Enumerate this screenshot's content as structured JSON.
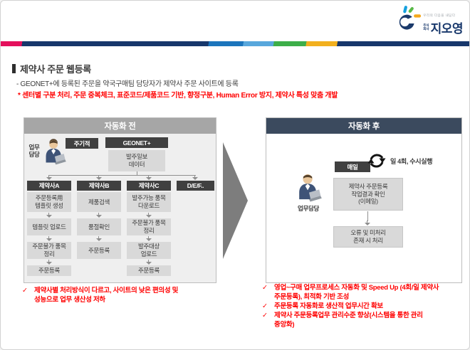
{
  "slide": {
    "title": "제약사 주문 웹등록",
    "subtitle": "- GEONET+에 등록된 주문을 약국구매팀 담당자가 제약사 주문 사이트에 등록",
    "highlight_note": "* 센터별 구분 처리, 주문 중복체크, 표준코드/제품코드 기반, 향정구분, Human Error 방지, 제약사 특성 맞춤 개발",
    "check_glyph": "✓"
  },
  "logo": {
    "company": "지오영",
    "prefix": "주식\n회사",
    "tagline": "우리의 다음을 내딛다"
  },
  "before": {
    "title": "자동화 전",
    "actor": "업무\n담당",
    "periodic": "주기적",
    "geonet": "GEONET+",
    "data_feed": "발주일보\n데이터",
    "columns": [
      {
        "header": "제약사A",
        "steps": [
          "주문등록用\n템플릿 생성",
          "템플릿 업로드",
          "주문불가 품목\n정리",
          "주문등록"
        ]
      },
      {
        "header": "제약사B",
        "steps": [
          "제품검색",
          "품절확인",
          "주문등록"
        ]
      },
      {
        "header": "제약사C",
        "steps": [
          "발주가능 품목\n다운로드",
          "주문불가 품목\n정리",
          "발주대상\n업로드",
          "주문등록"
        ]
      },
      {
        "header": "D/E/F..",
        "steps": []
      }
    ],
    "note": "제약사별 처리방식이 다르고, 사이트의 낮은 편의성 및\n성능으로 업무 생산성 저하"
  },
  "after": {
    "title": "자동화 후",
    "daily": "매일",
    "cycle": "일 4회, 수시실행",
    "actor": "업무담당",
    "result_box": "제약사 주문등록\n작업결과 확인\n(이메일)",
    "error_box": "오류 및 미처리\n존재 시 처리",
    "notes": [
      "영업~구매 업무프로세스 자동화 및 Speed Up (4회/일 제약사\n주문등록), 최적화 기반 조성",
      "주문등록 자동화로 생산적 업무시간 확보",
      "제약사 주문등록업무 관리수준 향상(시스템을 통한 관리\n중앙화)"
    ]
  },
  "colors": {
    "brand_navy": "#17376b",
    "header_before": "#a6a6a6",
    "header_after": "#3b4a5e",
    "dark_box": "#404040",
    "gray_box": "#d9d9d9",
    "note_red": "#ff0000",
    "arrow_gray": "#7d7d7d"
  }
}
